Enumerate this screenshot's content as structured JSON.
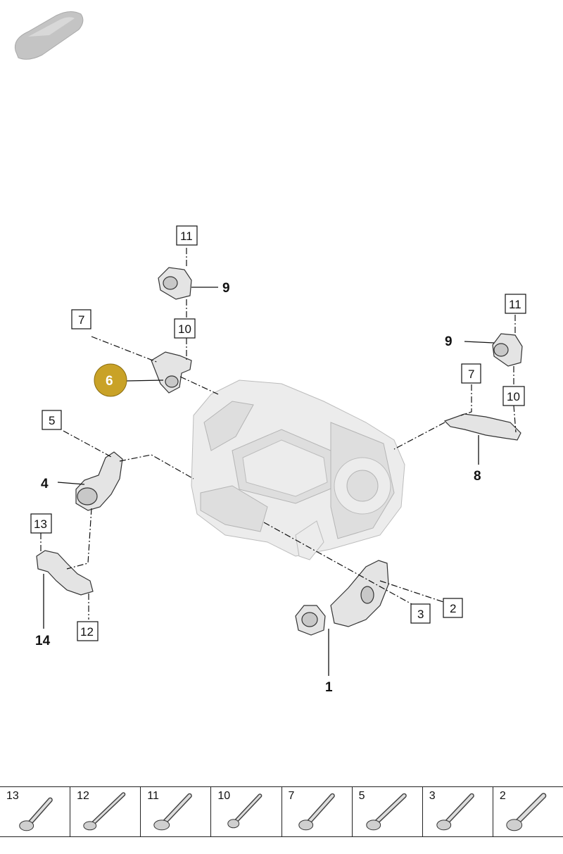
{
  "callouts": {
    "c1": "1",
    "c2": "2",
    "c3": "3",
    "c4": "4",
    "c5": "5",
    "c6": "6",
    "c7a": "7",
    "c7b": "7",
    "c8": "8",
    "c9a": "9",
    "c9b": "9",
    "c10a": "10",
    "c10b": "10",
    "c11a": "11",
    "c11b": "11",
    "c12": "12",
    "c13": "13",
    "c14": "14"
  },
  "highlight_color": "#c9a227",
  "fasteners": [
    {
      "num": "13"
    },
    {
      "num": "12"
    },
    {
      "num": "11"
    },
    {
      "num": "10"
    },
    {
      "num": "7"
    },
    {
      "num": "5"
    },
    {
      "num": "3"
    },
    {
      "num": "2"
    }
  ]
}
